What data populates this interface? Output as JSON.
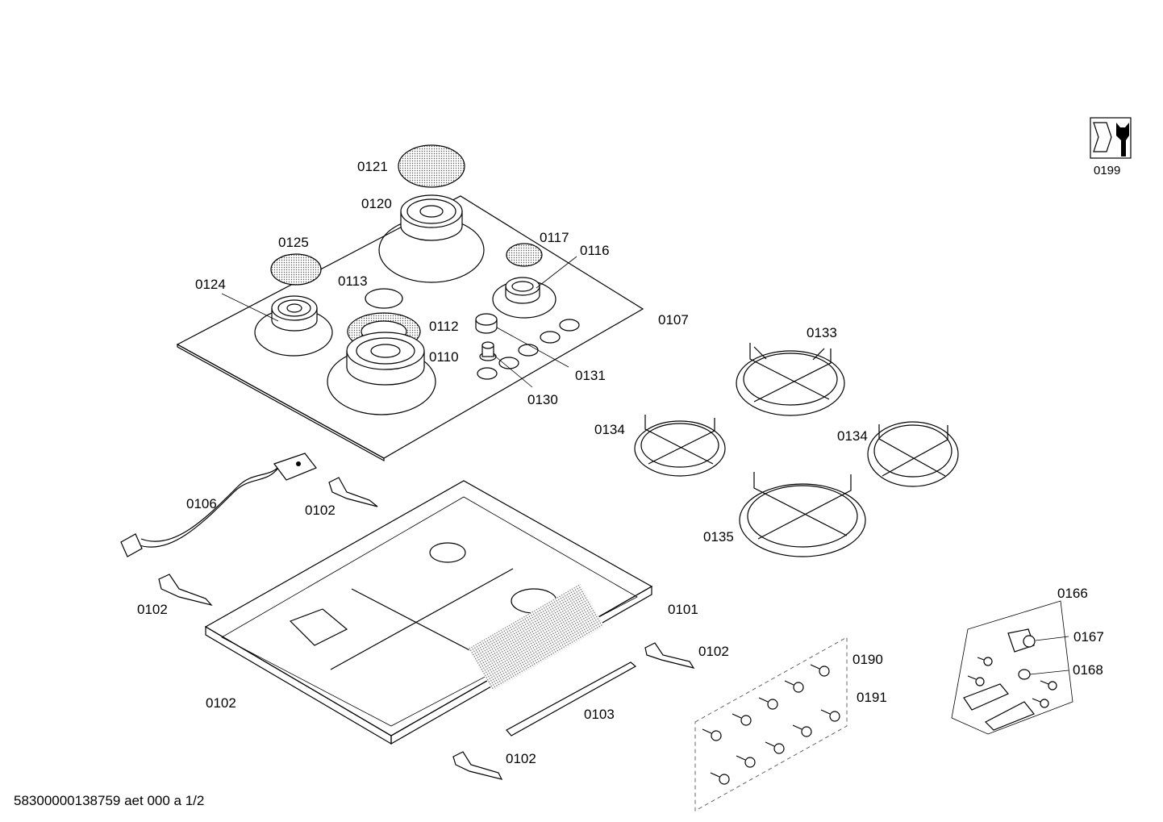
{
  "labels": {
    "l0121": "0121",
    "l0120": "0120",
    "l0125": "0125",
    "l0117": "0117",
    "l0116": "0116",
    "l0124": "0124",
    "l0113": "0113",
    "l0112": "0112",
    "l0107": "0107",
    "l0110": "0110",
    "l0131": "0131",
    "l0130": "0130",
    "l0133": "0133",
    "l0134a": "0134",
    "l0134b": "0134",
    "l0135": "0135",
    "l0106": "0106",
    "l0102a": "0102",
    "l0102b": "0102",
    "l0102c": "0102",
    "l0102d": "0102",
    "l0102e": "0102",
    "l0101": "0101",
    "l0103": "0103",
    "l0190": "0190",
    "l0191": "0191",
    "l0166": "0166",
    "l0167": "0167",
    "l0168": "0168",
    "l0199": "0199"
  },
  "footer": "58300000138759 aet 000 a 1/2",
  "icons": {
    "service": "wrench-nut-icon"
  }
}
